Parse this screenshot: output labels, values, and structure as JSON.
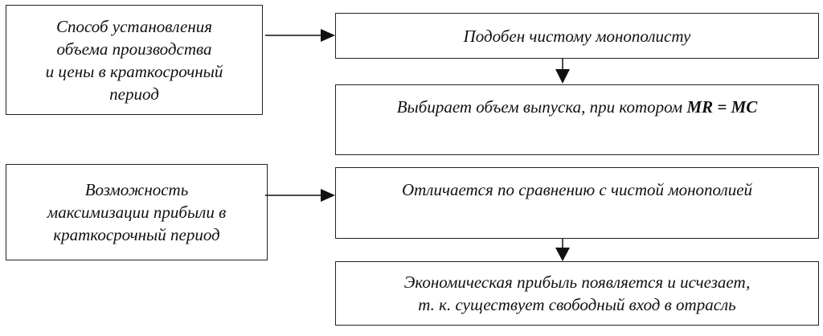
{
  "diagram": {
    "left_boxes": [
      {
        "text": "Способ установления\nобъема производства\nи цены в краткосрочный\nпериод"
      },
      {
        "text": "Возможность\nмаксимизации прибыли в\nкраткосрочный период"
      }
    ],
    "right_boxes": [
      {
        "text": "Подобен чистому монополисту"
      },
      {
        "text": "Выбирает объем выпуска, при котором ",
        "formula": "MR = MC"
      },
      {
        "text": "Отличается по сравнению с чистой монополией"
      },
      {
        "text": "Экономическая прибыль появляется и исчезает,\nт. к. существует свободный вход в отрасль"
      }
    ]
  }
}
